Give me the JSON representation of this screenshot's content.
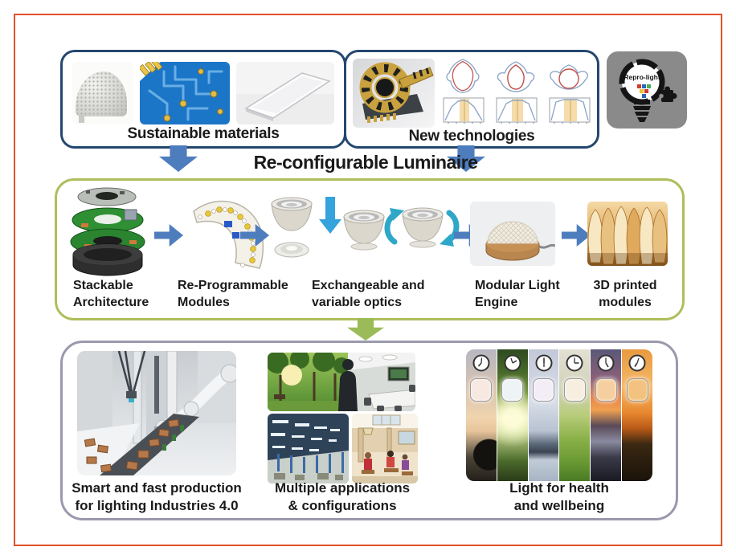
{
  "colors": {
    "outer_border": "#E2512B",
    "top_box_border": "#24476F",
    "middle_box_border": "#AFBE5C",
    "bottom_box_border": "#9A99AD",
    "blue_arrow": "#4E7DBE",
    "green_arrow": "#9BBB59",
    "teal_arrow": "#2EA7C8",
    "logo_bg": "#8A8A8A"
  },
  "top": {
    "sustainable": {
      "label": "Sustainable materials"
    },
    "new_tech": {
      "label": "New technologies"
    },
    "logo": {
      "text": "Repro-light"
    }
  },
  "middle": {
    "title": "Re-configurable Luminaire",
    "steps": [
      {
        "line1": "Stackable",
        "line2": "Architecture"
      },
      {
        "line1": "Re-Programmable",
        "line2": "Modules"
      },
      {
        "line1": "Exchangeable and",
        "line2": "variable optics"
      },
      {
        "line1": "Modular Light",
        "line2": "Engine"
      },
      {
        "line1": "3D printed",
        "line2": "modules"
      }
    ]
  },
  "bottom": {
    "production": {
      "line1": "Smart and fast production",
      "line2": "for lighting Industries 4.0"
    },
    "applications": {
      "line1": "Multiple applications",
      "line2": "& configurations"
    },
    "health": {
      "line1": "Light for health",
      "line2": "and wellbeing"
    }
  }
}
